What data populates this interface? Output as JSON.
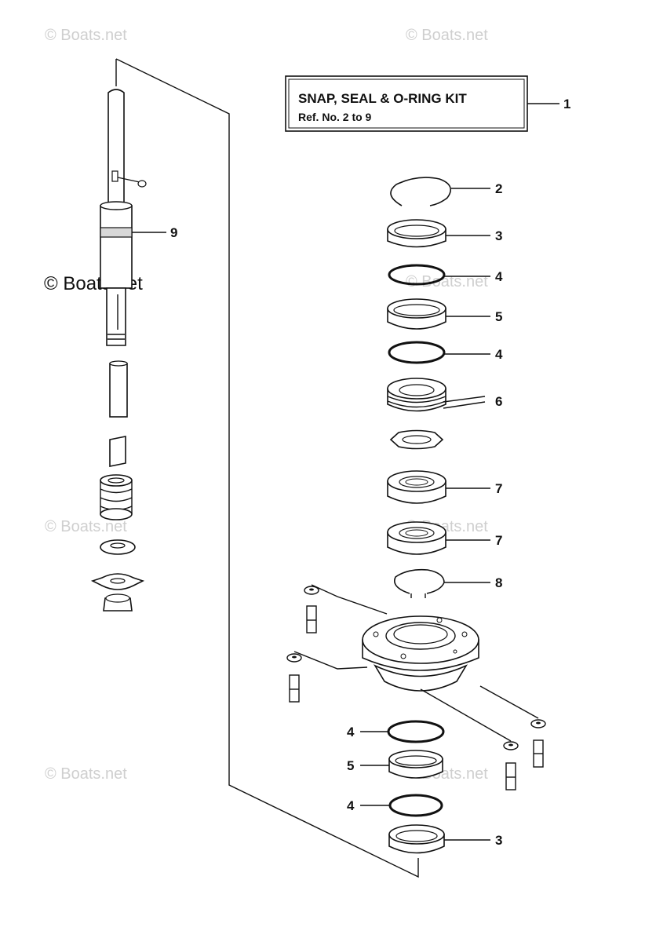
{
  "kit_label": {
    "title": "SNAP,  SEAL & O-RING KIT",
    "subtitle": "Ref.  No.  2  to  9",
    "ref": "1"
  },
  "callouts": [
    "2",
    "3",
    "4",
    "5",
    "4",
    "6",
    "7",
    "7",
    "8",
    "9",
    "4",
    "5",
    "4",
    "3"
  ],
  "watermark": "© Boats.net"
}
